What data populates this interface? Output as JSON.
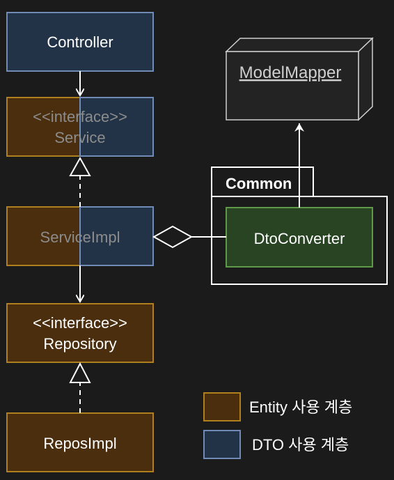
{
  "nodes": {
    "controller": {
      "label": "Controller"
    },
    "service": {
      "stereotype": "<<interface>>",
      "label": "Service"
    },
    "service_impl": {
      "label": "ServiceImpl"
    },
    "repository": {
      "stereotype": "<<interface>>",
      "label": "Repository"
    },
    "repos_impl": {
      "label": "ReposImpl"
    },
    "model_mapper": {
      "label": "ModelMapper"
    },
    "common_package": {
      "label": "Common"
    },
    "dto_converter": {
      "label": "DtoConverter"
    }
  },
  "legend": {
    "entity": "Entity 사용 계층",
    "dto": "DTO 사용 계층"
  },
  "colors": {
    "background": "#1b1b1b",
    "entity_fill": "#4a2e0d",
    "entity_stroke": "#b0801f",
    "dto_fill": "#233347",
    "dto_stroke": "#6f8bb6",
    "converter_fill": "#284423",
    "converter_stroke": "#5e9a48",
    "line": "#ffffff",
    "muted_text": "#8c8c8c"
  }
}
